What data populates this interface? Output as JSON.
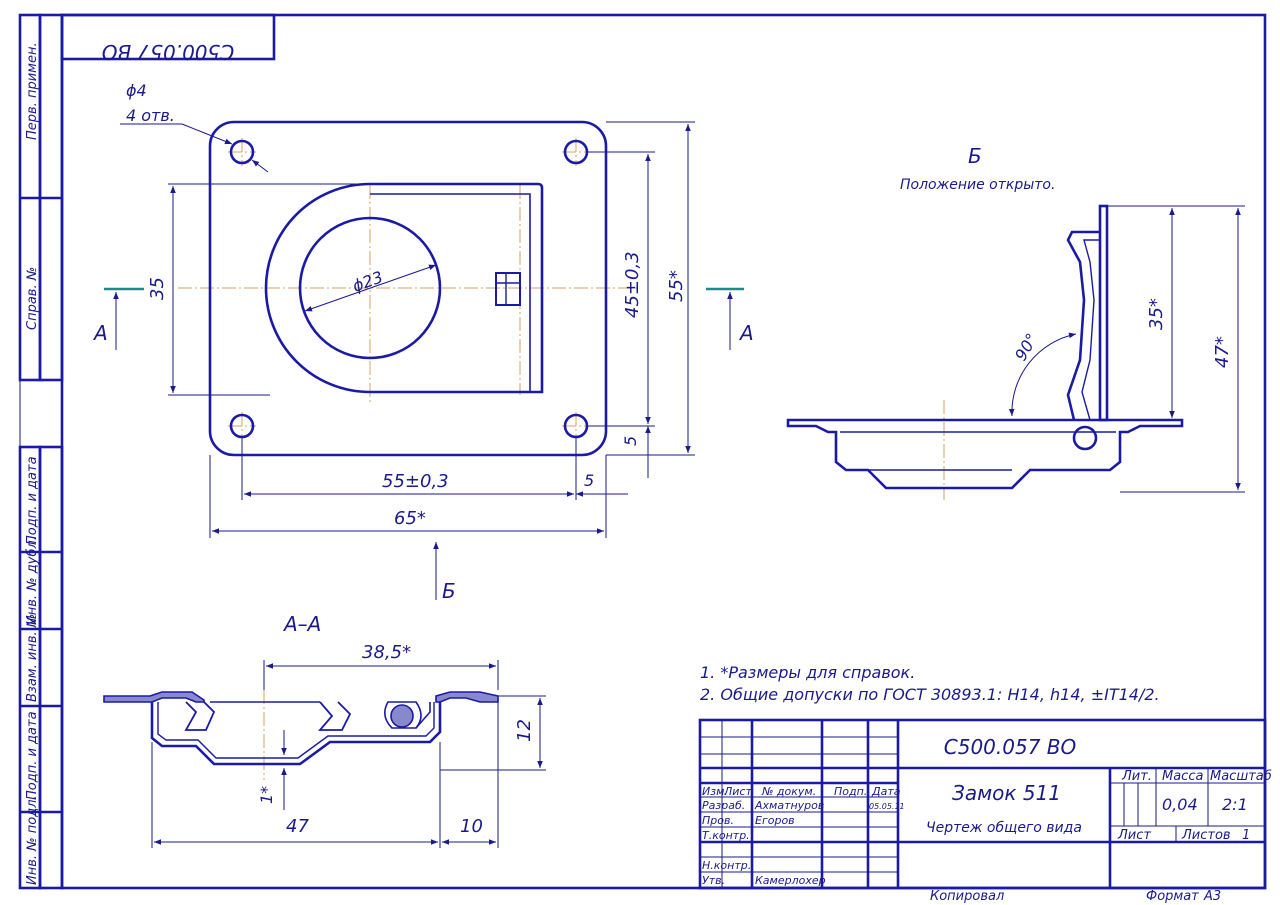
{
  "drawing": {
    "doc_code_mirrored": "С500.057 ВО",
    "doc_code": "С500.057 ВО",
    "side_labels": [
      "Перв. примен.",
      "Справ. №",
      "Подп. и дата",
      "Инв. № дубл.",
      "Взам. инв. №",
      "Подп. и дата",
      "Инв. № подл."
    ],
    "hole_callout": {
      "diameter": "ϕ4",
      "count": "4 отв."
    },
    "dim": {
      "d23": "ϕ23",
      "h35": "35",
      "h45": "45±0,3",
      "h55": "55*",
      "w55": "55±0,3",
      "w5b": "5",
      "w65": "65*",
      "v5": "5",
      "sec_38": "38,5*",
      "sec_12": "12",
      "sec_1": "1*",
      "sec_47": "47",
      "sec_10": "10",
      "b_35": "35*",
      "b_47": "47*",
      "b_90": "90°"
    },
    "cut_letter": "А",
    "view_letter": "Б",
    "section_title": "А–А",
    "view_title": "Б",
    "view_subtitle": "Положение открыто.",
    "notes": [
      "1. *Размеры для справок.",
      "2. Общие допуски по ГОСТ 30893.1: H14, h14, ±IT14/2."
    ]
  },
  "title_block": {
    "code": "С500.057 ВО",
    "name": "Замок 511",
    "doc_type": "Чертеж общего вида",
    "col_headers": [
      "Изм.",
      "Лист",
      "№ докум.",
      "Подп.",
      "Дата"
    ],
    "rows": [
      {
        "role": "Разраб.",
        "name": "Ахматнуров",
        "date": "05.05.11"
      },
      {
        "role": "Пров.",
        "name": "Егоров",
        "date": ""
      },
      {
        "role": "Т.контр.",
        "name": "",
        "date": ""
      },
      {
        "role": "Н.контр.",
        "name": "",
        "date": ""
      },
      {
        "role": "Утв.",
        "name": "Камерлохер",
        "date": ""
      }
    ],
    "lit_label": "Лит.",
    "mass_label": "Масса",
    "scale_label": "Масштаб",
    "mass": "0,04",
    "scale": "2:1",
    "sheet_label": "Лист",
    "sheets_label": "Листов",
    "sheets": "1",
    "copied_label": "Копировал",
    "format_label": "Формат",
    "format": "А3"
  }
}
